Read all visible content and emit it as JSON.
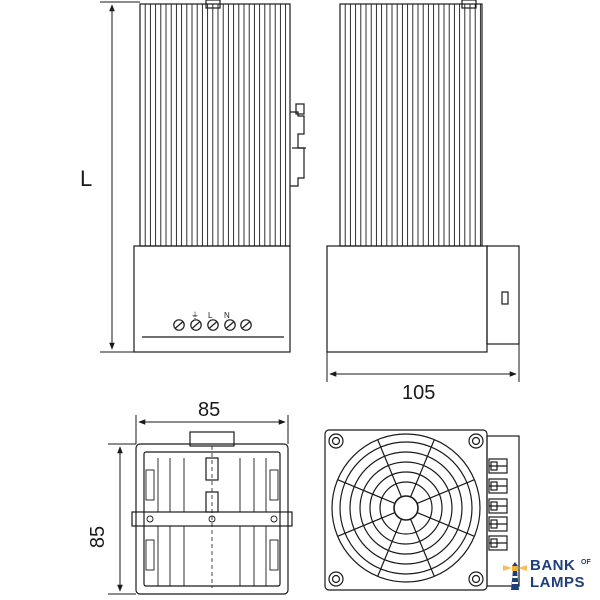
{
  "dimensions": {
    "length_label": "L",
    "depth_label": "105",
    "width_label": "85",
    "height_label": "85"
  },
  "terminals": {
    "ground_symbol": "⏚",
    "line_label": "L",
    "neutral_label": "N"
  },
  "watermark": {
    "line1": "BANK",
    "of": "OF",
    "line2": "LAMPS",
    "colors": {
      "primary": "#1e3f7a",
      "accent": "#f2b233"
    }
  },
  "colors": {
    "line": "#1a1a1a",
    "background": "#ffffff"
  }
}
